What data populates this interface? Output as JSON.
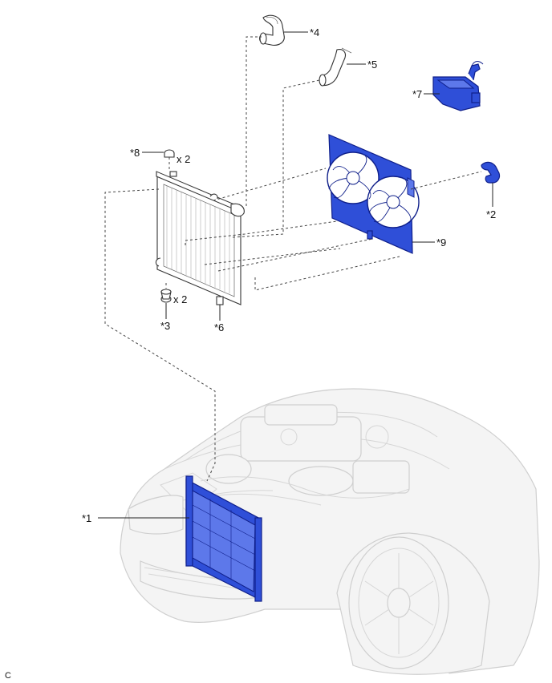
{
  "callouts": {
    "c1": "*1",
    "c2": "*2",
    "c3": "*3",
    "c4": "*4",
    "c5": "*5",
    "c6": "*6",
    "c7": "*7",
    "c8": "*8",
    "c9": "*9"
  },
  "quantities": {
    "top_clip": "x 2",
    "bottom_mount": "x 2"
  },
  "corner_code": "C",
  "colors": {
    "highlight": "#2f4fd8",
    "ghost_outline": "#cfcfcf",
    "line": "#222222"
  }
}
